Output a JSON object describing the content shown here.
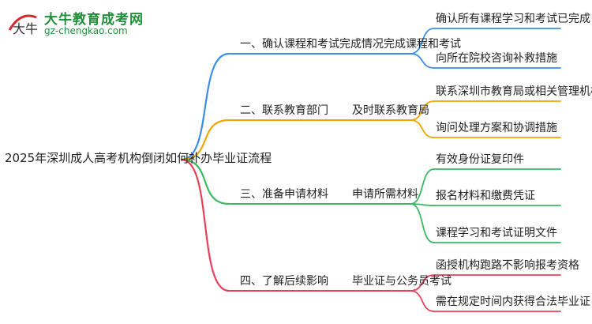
{
  "logo": {
    "title": "大牛教育成考网",
    "url": "gz-chengkao.com"
  },
  "root": "2025年深圳成人高考机构倒闭如何补办毕业证流程",
  "branches": [
    {
      "label": "一、确认课程和考试完成情况",
      "sub": "完成课程和考试",
      "color": "#3a8ee6",
      "leaves": [
        "确认所有课程学习和考试已完成",
        "向所在院校咨询补救措施"
      ]
    },
    {
      "label": "二、联系教育部门",
      "sub": "及时联系教育局",
      "color": "#f0a500",
      "leaves": [
        "联系深圳市教育局或相关管理机构",
        "询问处理方案和协调措施"
      ]
    },
    {
      "label": "三、准备申请材料",
      "sub": "申请所需材料",
      "color": "#3cb960",
      "leaves": [
        "有效身份证复印件",
        "报名材料和缴费凭证",
        "课程学习和考试证明文件"
      ]
    },
    {
      "label": "四、了解后续影响",
      "sub": "毕业证与公务员考试",
      "color": "#e8405a",
      "leaves": [
        "函授机构跑路不影响报考资格",
        "需在规定时间内获得合法毕业证"
      ]
    }
  ]
}
